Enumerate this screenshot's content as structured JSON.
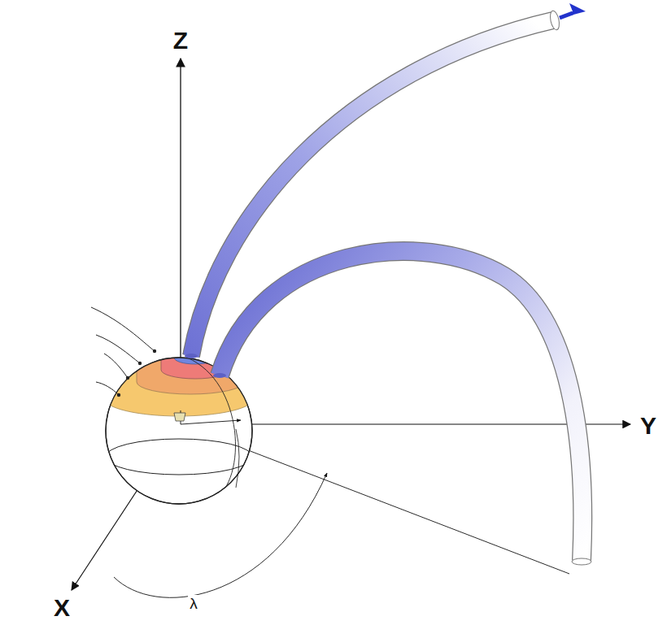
{
  "diagram": {
    "labels": [
      "Z",
      "Y",
      "X",
      "λ"
    ]
  }
}
